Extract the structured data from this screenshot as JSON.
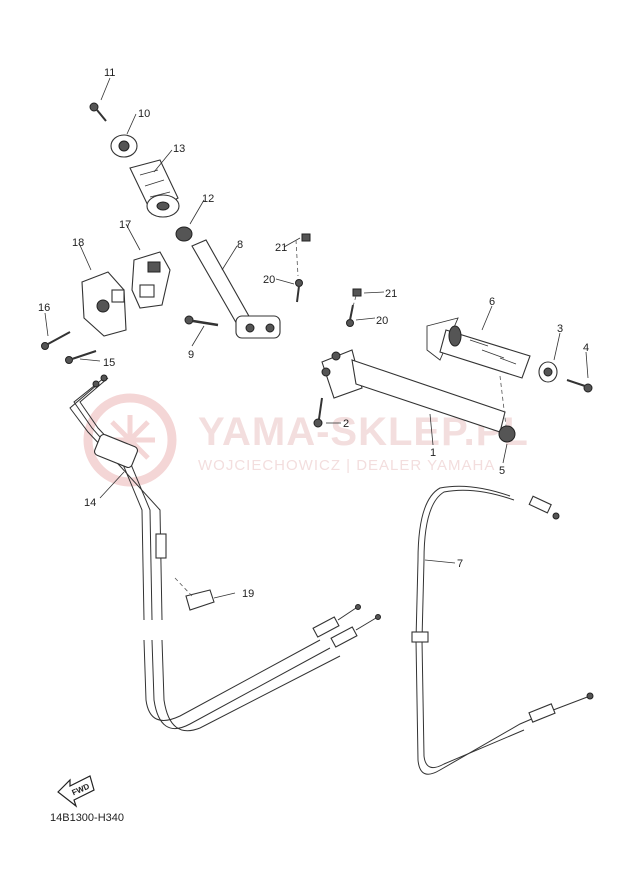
{
  "watermark": {
    "brand": "YAMA-SKLEP.PL",
    "dealer": "WOJCIECHOWICZ | DEALER YAMAHA"
  },
  "callouts": [
    "1",
    "2",
    "3",
    "4",
    "5",
    "6",
    "7",
    "8",
    "9",
    "10",
    "11",
    "12",
    "13",
    "14",
    "15",
    "16",
    "17",
    "18",
    "19",
    "20",
    "20",
    "21",
    "21"
  ],
  "fwd_label": "FWD",
  "diagram_code": "14B1300-H340"
}
